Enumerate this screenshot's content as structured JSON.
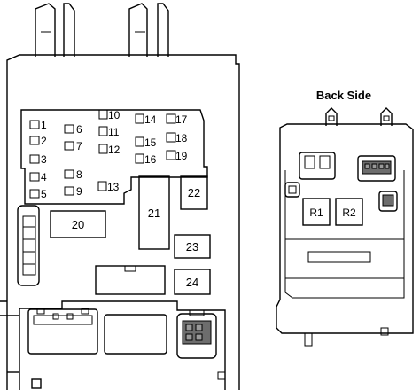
{
  "diagram": {
    "back_side_title": "Back Side",
    "fuse_labels": {
      "f1": "1",
      "f2": "2",
      "f3": "3",
      "f4": "4",
      "f5": "5",
      "f6": "6",
      "f7": "7",
      "f8": "8",
      "f9": "9",
      "f10": "10",
      "f11": "11",
      "f12": "12",
      "f13": "13",
      "f14": "14",
      "f15": "15",
      "f16": "16",
      "f17": "17",
      "f18": "18",
      "f19": "19"
    },
    "block_labels": {
      "b20": "20",
      "b21": "21",
      "b22": "22",
      "b23": "23",
      "b24": "24"
    },
    "relay_labels": {
      "r1": "R1",
      "r2": "R2"
    }
  }
}
